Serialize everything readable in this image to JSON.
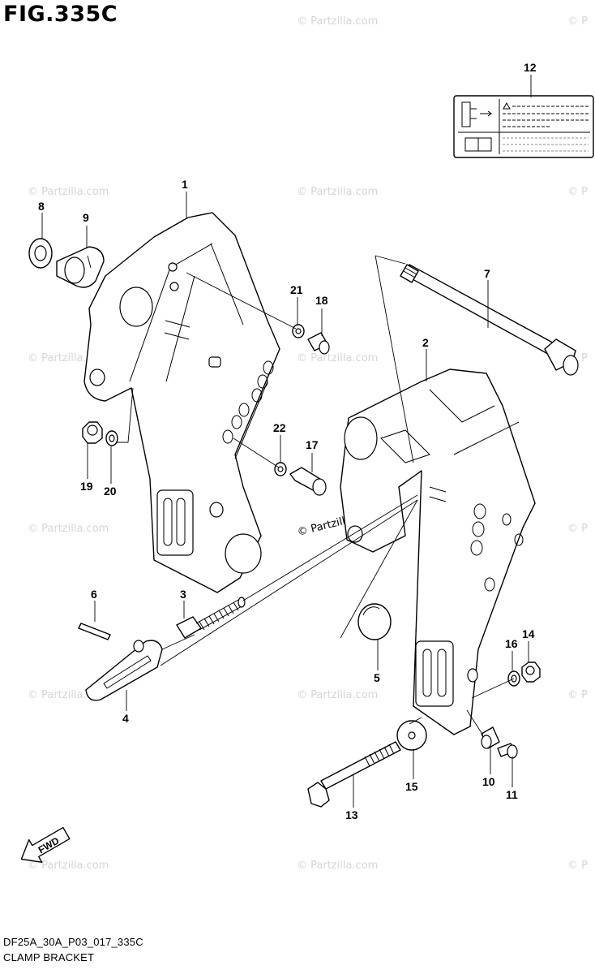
{
  "figure": {
    "title": "FIG.335C",
    "code": "DF25A_30A_P03_017_335C",
    "name": "CLAMP BRACKET"
  },
  "watermark": {
    "text": "© Partzilla.com",
    "partial_right": "© P"
  },
  "fwd_label": "FWD",
  "callouts": {
    "c1": "1",
    "c2": "2",
    "c3": "3",
    "c4": "4",
    "c5": "5",
    "c6": "6",
    "c7": "7",
    "c8": "8",
    "c9": "9",
    "c10": "10",
    "c11": "11",
    "c12": "12",
    "c13": "13",
    "c14": "14",
    "c15": "15",
    "c16": "16",
    "c17": "17",
    "c18": "18",
    "c19": "19",
    "c20": "20",
    "c21": "21",
    "c22": "22"
  },
  "label_icons": [
    "clamp-screw-icon",
    "book-icon",
    "warning-triangle-icon"
  ]
}
